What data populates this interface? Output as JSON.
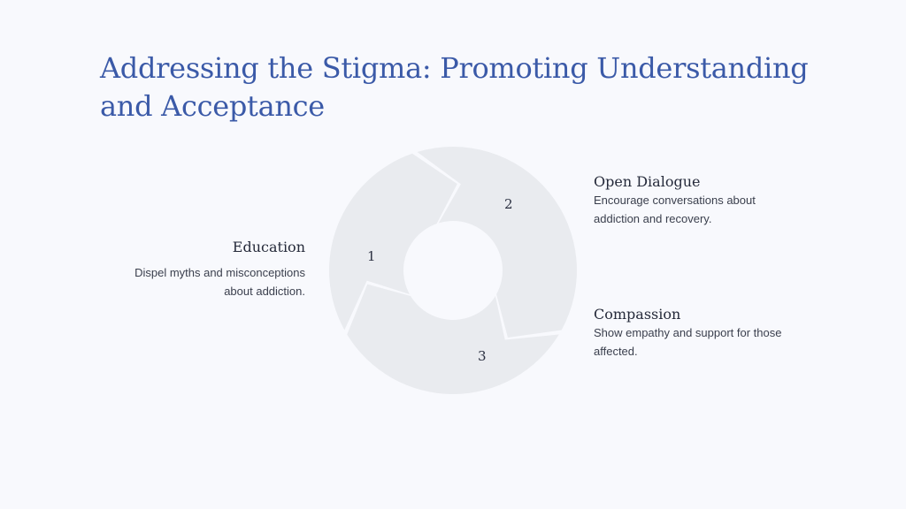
{
  "title": "Addressing the Stigma: Promoting Understanding and Acceptance",
  "steps": [
    {
      "number": "1",
      "heading": "Education",
      "description": "Dispel myths and misconceptions about addiction."
    },
    {
      "number": "2",
      "heading": "Open Dialogue",
      "description": "Encourage conversations about addiction and recovery."
    },
    {
      "number": "3",
      "heading": "Compassion",
      "description": "Show empathy and support for those affected."
    }
  ],
  "colors": {
    "background": "#f8f9fd",
    "title": "#3b5aa8",
    "segment": "#e9ebef"
  }
}
